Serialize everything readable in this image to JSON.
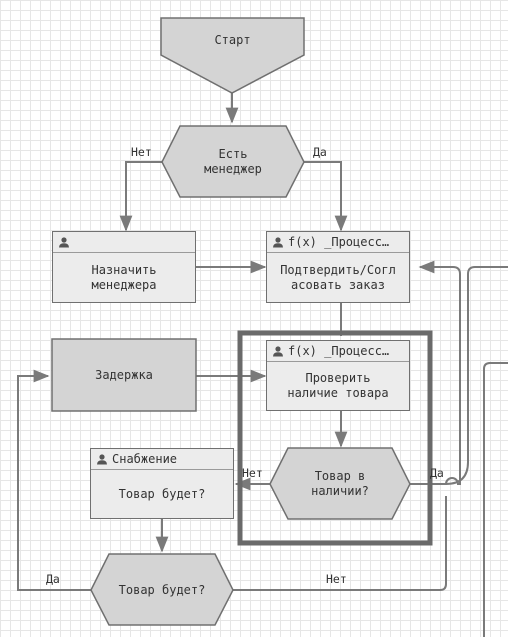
{
  "nodes": {
    "start": "Старт",
    "has_manager": {
      "line1": "Есть",
      "line2": "менеджер"
    },
    "assign_manager": {
      "line1": "Назначить",
      "line2": "менеджера"
    },
    "confirm_order": {
      "header": "f(x) _Процесс…",
      "line1": "Подтвердить/Согл",
      "line2": "асовать заказ"
    },
    "delay": "Задержка",
    "check_stock": {
      "header": "f(x) _Процесс…",
      "line1": "Проверить",
      "line2": "наличие товара"
    },
    "in_stock": {
      "line1": "Товар в",
      "line2": "наличии?"
    },
    "supply": {
      "header": "Снабжение",
      "body": "Товар будет?"
    },
    "will_be": "Товар будет?"
  },
  "edge_labels": {
    "no_manager": "Нет",
    "yes_manager": "Да",
    "no_stock": "Нет",
    "yes_stock": "Да",
    "yes_will_be": "Да",
    "no_will_be": "Нет"
  },
  "colors": {
    "shape_fill": "#d4d4d4",
    "task_fill": "#e3e3e3",
    "stroke": "#707070",
    "line": "#7a7a7a",
    "selection": "#6a6a6a"
  },
  "icons": {
    "user": "user-icon"
  }
}
